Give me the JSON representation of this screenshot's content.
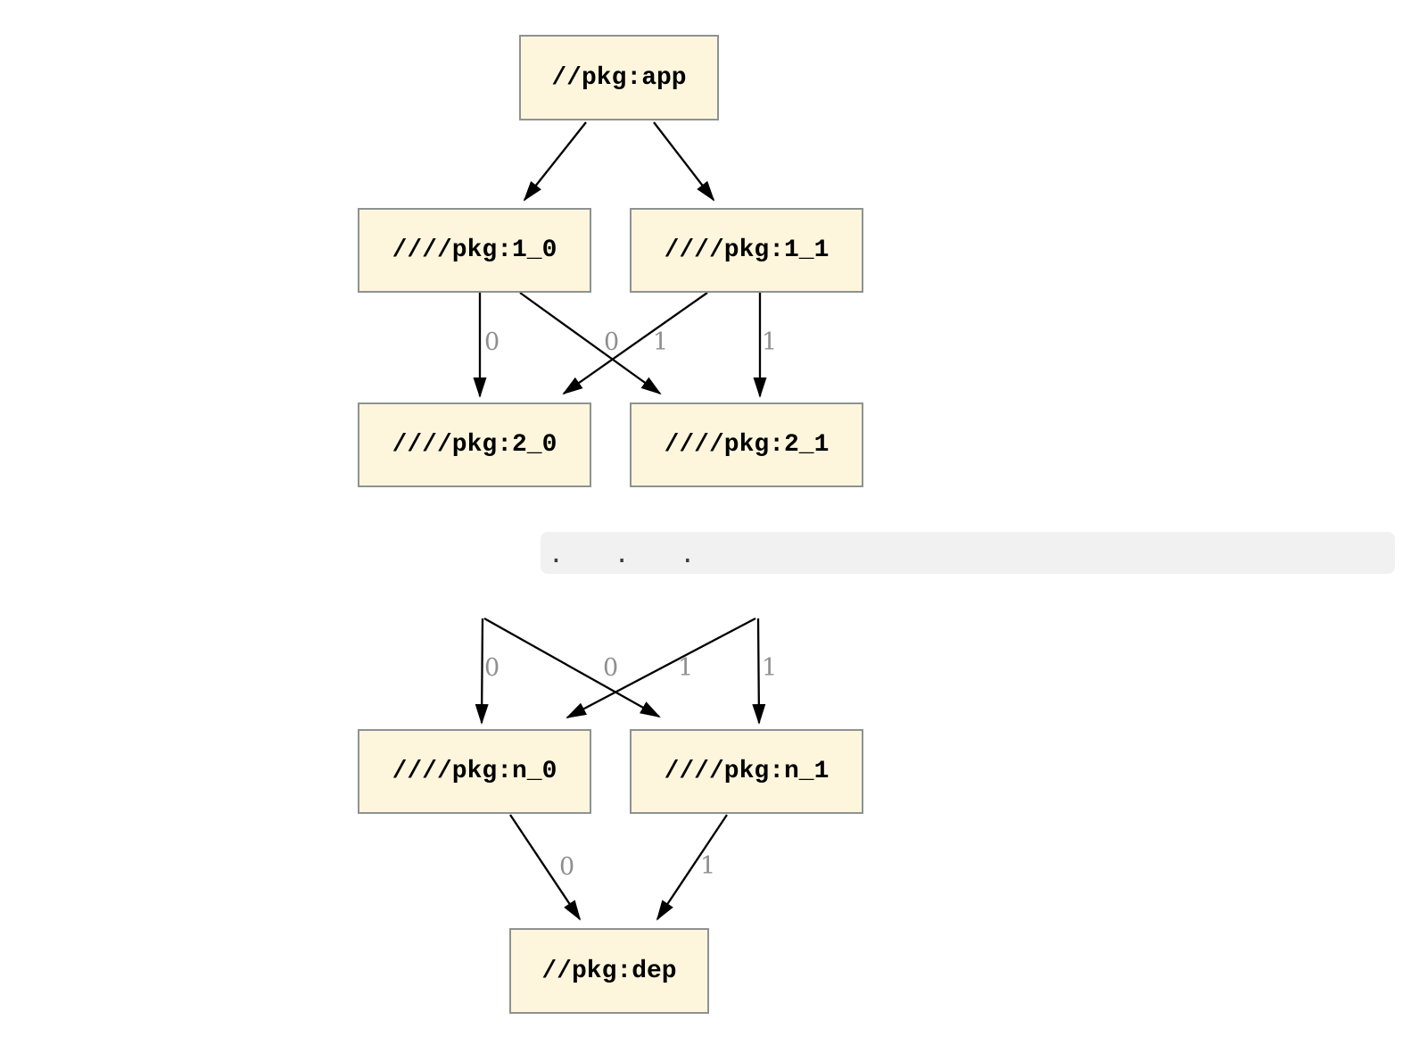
{
  "diagram": {
    "type": "dependency-graph",
    "nodes": [
      {
        "id": "app",
        "label": "//pkg:app"
      },
      {
        "id": "1_0",
        "label": "////pkg:1_0"
      },
      {
        "id": "1_1",
        "label": "////pkg:1_1"
      },
      {
        "id": "2_0",
        "label": "////pkg:2_0"
      },
      {
        "id": "2_1",
        "label": "////pkg:2_1"
      },
      {
        "id": "n_0",
        "label": "////pkg:n_0"
      },
      {
        "id": "n_1",
        "label": "////pkg:n_1"
      },
      {
        "id": "dep",
        "label": "//pkg:dep"
      }
    ],
    "ellipsis_text": ". . .",
    "edges": [
      {
        "from": "//pkg:app",
        "to": "////pkg:1_0",
        "label": ""
      },
      {
        "from": "//pkg:app",
        "to": "////pkg:1_1",
        "label": ""
      },
      {
        "from": "////pkg:1_0",
        "to": "////pkg:2_0",
        "label": "0"
      },
      {
        "from": "////pkg:1_1",
        "to": "////pkg:2_0",
        "label": "0"
      },
      {
        "from": "////pkg:1_0",
        "to": "////pkg:2_1",
        "label": "1"
      },
      {
        "from": "////pkg:1_1",
        "to": "////pkg:2_1",
        "label": "1"
      },
      {
        "from": "...",
        "to": "////pkg:n_0",
        "label": "0"
      },
      {
        "from": "...",
        "to": "////pkg:n_0",
        "label": "0"
      },
      {
        "from": "...",
        "to": "////pkg:n_1",
        "label": "1"
      },
      {
        "from": "...",
        "to": "////pkg:n_1",
        "label": "1"
      },
      {
        "from": "////pkg:n_0",
        "to": "//pkg:dep",
        "label": "0"
      },
      {
        "from": "////pkg:n_1",
        "to": "//pkg:dep",
        "label": "1"
      }
    ],
    "colors": {
      "node_fill": "#fdf6dd",
      "node_border": "#8e9292",
      "edge": "#000000",
      "edge_label": "#8f8f8f",
      "band_bg": "#f1f1f1",
      "ellipsis_dots": "#3d3d3d",
      "background": "#ffffff"
    }
  }
}
